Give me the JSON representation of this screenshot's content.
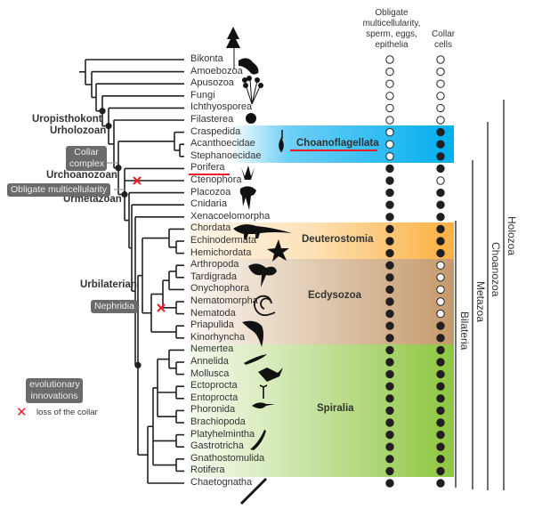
{
  "taxa": [
    "Bikonta",
    "Amoebozoa",
    "Apusozoa",
    "Fungi",
    "Ichthyosporea",
    "Filasterea",
    "Craspedida",
    "Acanthoecidae",
    "Stephanoecidae",
    "Porifera",
    "Ctenophora",
    "Placozoa",
    "Cnidaria",
    "Xenacoelomorpha",
    "Chordata",
    "Echinodermata",
    "Hemichordata",
    "Arthropoda",
    "Tardigrada",
    "Onychophora",
    "Nematomorpha",
    "Nematoda",
    "Priapulida",
    "Kinorhyncha",
    "Nemertea",
    "Annelida",
    "Mollusca",
    "Ectoprocta",
    "Entoprocta",
    "Phoronida",
    "Brachiopoda",
    "Platyhelmintha",
    "Gastrotricha",
    "Gnathostomulida",
    "Rotifera",
    "Chaetognatha"
  ],
  "columns": {
    "multicellularity": {
      "header": [
        "Obligate",
        "multicellularity,",
        "sperm, eggs,",
        "epithelia"
      ],
      "values": [
        0,
        0,
        0,
        0,
        0,
        0,
        0,
        0,
        0,
        1,
        1,
        1,
        1,
        1,
        1,
        1,
        1,
        1,
        1,
        1,
        1,
        1,
        1,
        1,
        1,
        1,
        1,
        1,
        1,
        1,
        1,
        1,
        1,
        1,
        1,
        1
      ]
    },
    "collar_cells": {
      "header": [
        "Collar",
        "cells"
      ],
      "values": [
        0,
        0,
        0,
        0,
        0,
        0,
        1,
        1,
        1,
        1,
        0,
        1,
        1,
        1,
        1,
        1,
        1,
        0,
        0,
        0,
        0,
        0,
        1,
        1,
        1,
        1,
        1,
        1,
        1,
        1,
        1,
        1,
        1,
        1,
        1,
        1
      ]
    }
  },
  "groups": [
    {
      "name": "Choanoflagellata",
      "color": "#00aeef",
      "underline": true
    },
    {
      "name": "Deuterostomia",
      "color": "#fbb040"
    },
    {
      "name": "Ecdysozoa",
      "color": "#c49a6c"
    },
    {
      "name": "Spiralia",
      "color": "#8dc63f"
    }
  ],
  "nodes": {
    "uropisthokont": "Uropisthokont",
    "urholozoan": "Urholozoan",
    "urchoanozoan": "Urchoanozoan",
    "urmetazoan": "Urmetazoan",
    "urbilaterian": "Urbilaterian"
  },
  "innovations": {
    "collar_complex": [
      "Collar",
      "complex"
    ],
    "obligate_multicellularity": "Obligate multicellularity",
    "nephridia": "Nephridia"
  },
  "brackets": [
    "Holozoa",
    "Choanozoa",
    "Metazoa",
    "Bilateria"
  ],
  "legend": {
    "innovations_box": [
      "evolutionary",
      "innovations"
    ],
    "loss_marker": "loss of the collar",
    "loss_color": "#ed1c24"
  },
  "underlined_taxon": "Porifera"
}
